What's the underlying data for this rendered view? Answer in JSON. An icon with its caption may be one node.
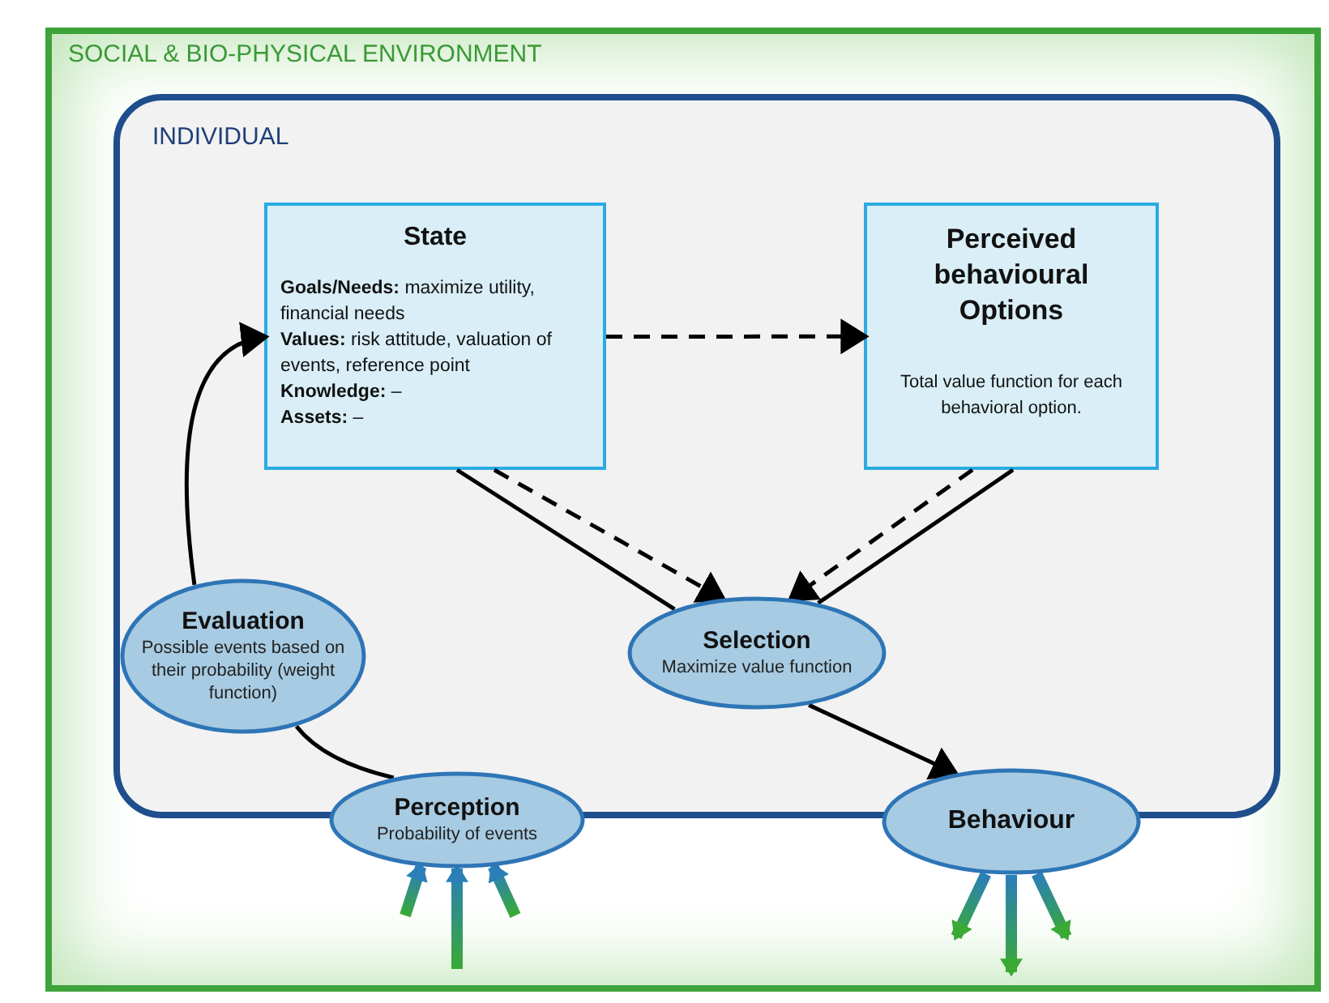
{
  "diagram": {
    "nodes": [
      {
        "text": [
          "SOCIAL & BIO-PHYSICAL ENVIRONMENT"
        ]
      },
      {
        "text": [
          "INDIVIDUAL"
        ],
        "in": 0
      },
      {
        "text": [
          "State",
          "**Goals/Needs:** maximize utility, financial needs",
          "**Values:** risk attitude, valuation of events, reference point",
          "**Knowledge:** –",
          "**Assets:** –"
        ],
        "in": 1
      },
      {
        "text": [
          "Perceived behavioural Options",
          "Total value function for each behavioral option."
        ],
        "in": 1
      },
      {
        "text": [
          "Evaluation",
          "Possible events based on their probability (weight function)"
        ],
        "in": 1
      },
      {
        "text": [
          "Selection",
          "Maximize value function"
        ],
        "in": 1
      },
      {
        "text": [
          "Perception",
          "Probability of events"
        ],
        "in": 0
      },
      {
        "text": [
          "Behaviour"
        ],
        "in": 0
      }
    ],
    "edges": [
      {
        "from": 2,
        "to": 3,
        "arrow": "to",
        "style": "dashed"
      },
      {
        "from": 2,
        "to": 5,
        "arrow": "none"
      },
      {
        "from": 2,
        "to": 5,
        "arrow": "to",
        "style": "dashed"
      },
      {
        "from": 3,
        "to": 5,
        "arrow": "to",
        "style": "dashed"
      },
      {
        "from": 3,
        "to": 5,
        "arrow": "none"
      },
      {
        "from": 5,
        "to": 7,
        "arrow": "to"
      },
      {
        "from": 6,
        "to": 4,
        "arrow": "none"
      },
      {
        "from": 4,
        "to": 2,
        "arrow": "to"
      },
      {
        "from": null,
        "to": 6,
        "arrow": "to",
        "style": "thick",
        "color": "#2a7fb8"
      },
      {
        "from": null,
        "to": 6,
        "arrow": "to",
        "style": "thick",
        "color": "#2a7fb8"
      },
      {
        "from": null,
        "to": 6,
        "arrow": "to",
        "style": "thick",
        "color": "#2a7fb8"
      },
      {
        "from": 7,
        "to": null,
        "arrow": "to",
        "style": "thick",
        "color": "#2a7fb8"
      },
      {
        "from": 7,
        "to": null,
        "arrow": "to",
        "style": "thick",
        "color": "#2a7fb8"
      },
      {
        "from": 7,
        "to": null,
        "arrow": "to",
        "style": "thick",
        "color": "#2a7fb8"
      }
    ]
  }
}
